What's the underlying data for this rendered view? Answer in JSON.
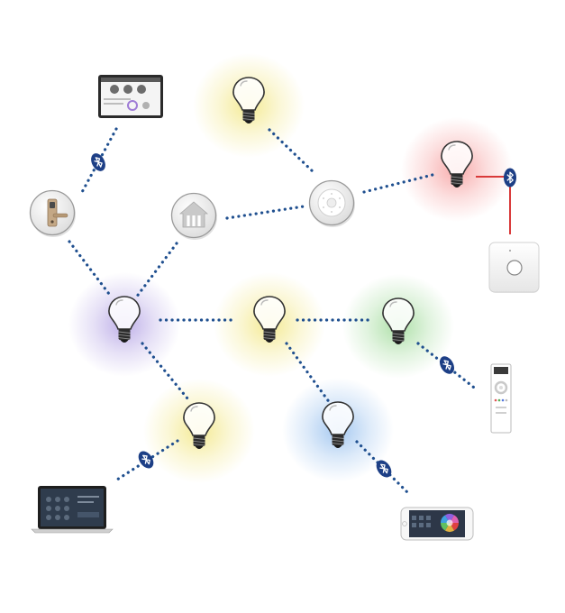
{
  "colors": {
    "mesh_link": "#1f4f8f",
    "wired_link": "#d93a3a",
    "bluetooth_badge": "#1d3f86",
    "glow_yellow": "#f3e88a",
    "glow_red": "#f7a3a3",
    "glow_purple": "#b8a8e6",
    "glow_green": "#a6dda0",
    "glow_blue": "#9cc3ef",
    "bulb_outline": "#333333"
  },
  "nodes": [
    {
      "id": "tablet",
      "type": "tablet",
      "icon": "tablet-icon"
    },
    {
      "id": "door-lock",
      "type": "circle-device",
      "icon": "door-lock-icon"
    },
    {
      "id": "gateway-home",
      "type": "circle-device",
      "icon": "home-gateway-icon"
    },
    {
      "id": "sensor",
      "type": "circle-device",
      "icon": "motion-sensor-icon"
    },
    {
      "id": "bulb-top",
      "type": "bulb",
      "glow": "glow_yellow",
      "icon": "light-bulb-icon"
    },
    {
      "id": "bulb-red",
      "type": "bulb",
      "glow": "glow_red",
      "icon": "light-bulb-icon"
    },
    {
      "id": "bulb-purple",
      "type": "bulb",
      "glow": "glow_purple",
      "icon": "light-bulb-icon"
    },
    {
      "id": "bulb-center",
      "type": "bulb",
      "glow": "glow_yellow",
      "icon": "light-bulb-icon"
    },
    {
      "id": "bulb-green",
      "type": "bulb",
      "glow": "glow_green",
      "icon": "light-bulb-icon"
    },
    {
      "id": "bulb-lower",
      "type": "bulb",
      "glow": "glow_yellow",
      "icon": "light-bulb-icon"
    },
    {
      "id": "bulb-blue",
      "type": "bulb",
      "glow": "glow_blue",
      "icon": "light-bulb-icon"
    },
    {
      "id": "wall-switch",
      "type": "wall-switch",
      "icon": "wall-switch-icon"
    },
    {
      "id": "remote",
      "type": "remote",
      "icon": "remote-control-icon"
    },
    {
      "id": "laptop",
      "type": "laptop",
      "icon": "laptop-icon"
    },
    {
      "id": "phone",
      "type": "phone",
      "icon": "smartphone-icon"
    }
  ],
  "links": [
    {
      "from": "tablet",
      "to": "door-lock",
      "kind": "mesh",
      "bluetooth": true
    },
    {
      "from": "bulb-top",
      "to": "sensor",
      "kind": "mesh",
      "bluetooth": false
    },
    {
      "from": "gateway-home",
      "to": "sensor",
      "kind": "mesh",
      "bluetooth": false
    },
    {
      "from": "sensor",
      "to": "bulb-red",
      "kind": "mesh",
      "bluetooth": false
    },
    {
      "from": "bulb-red",
      "to": "wall-switch",
      "kind": "wired",
      "bluetooth": true
    },
    {
      "from": "door-lock",
      "to": "bulb-purple",
      "kind": "mesh",
      "bluetooth": false
    },
    {
      "from": "gateway-home",
      "to": "bulb-purple",
      "kind": "mesh",
      "bluetooth": false
    },
    {
      "from": "bulb-purple",
      "to": "bulb-center",
      "kind": "mesh",
      "bluetooth": false
    },
    {
      "from": "bulb-center",
      "to": "bulb-green",
      "kind": "mesh",
      "bluetooth": false
    },
    {
      "from": "bulb-green",
      "to": "remote",
      "kind": "mesh",
      "bluetooth": true
    },
    {
      "from": "bulb-purple",
      "to": "bulb-lower",
      "kind": "mesh",
      "bluetooth": false
    },
    {
      "from": "bulb-center",
      "to": "bulb-blue",
      "kind": "mesh",
      "bluetooth": false
    },
    {
      "from": "bulb-lower",
      "to": "laptop",
      "kind": "mesh",
      "bluetooth": true
    },
    {
      "from": "bulb-blue",
      "to": "phone",
      "kind": "mesh",
      "bluetooth": true
    }
  ]
}
